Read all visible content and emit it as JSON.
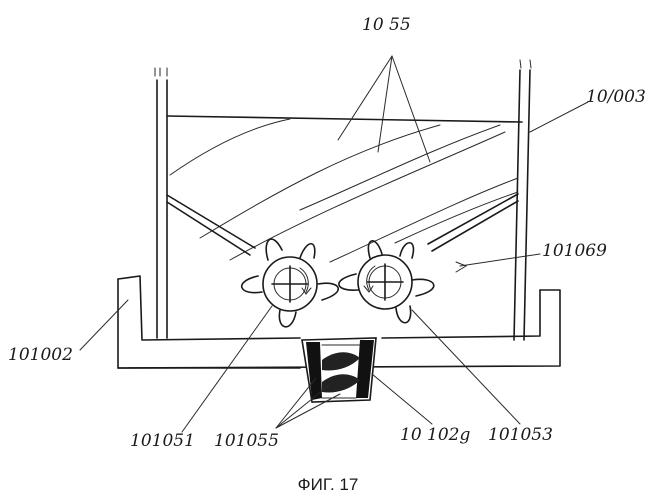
{
  "labels": {
    "l1055": "10 55",
    "l101003": "10/003",
    "l101069": "101069",
    "l101002": "101002",
    "l101051": "101051",
    "l101055": "101055",
    "l10102g": "10 102g",
    "l101053": "101053"
  },
  "caption": "ФИГ. 17"
}
